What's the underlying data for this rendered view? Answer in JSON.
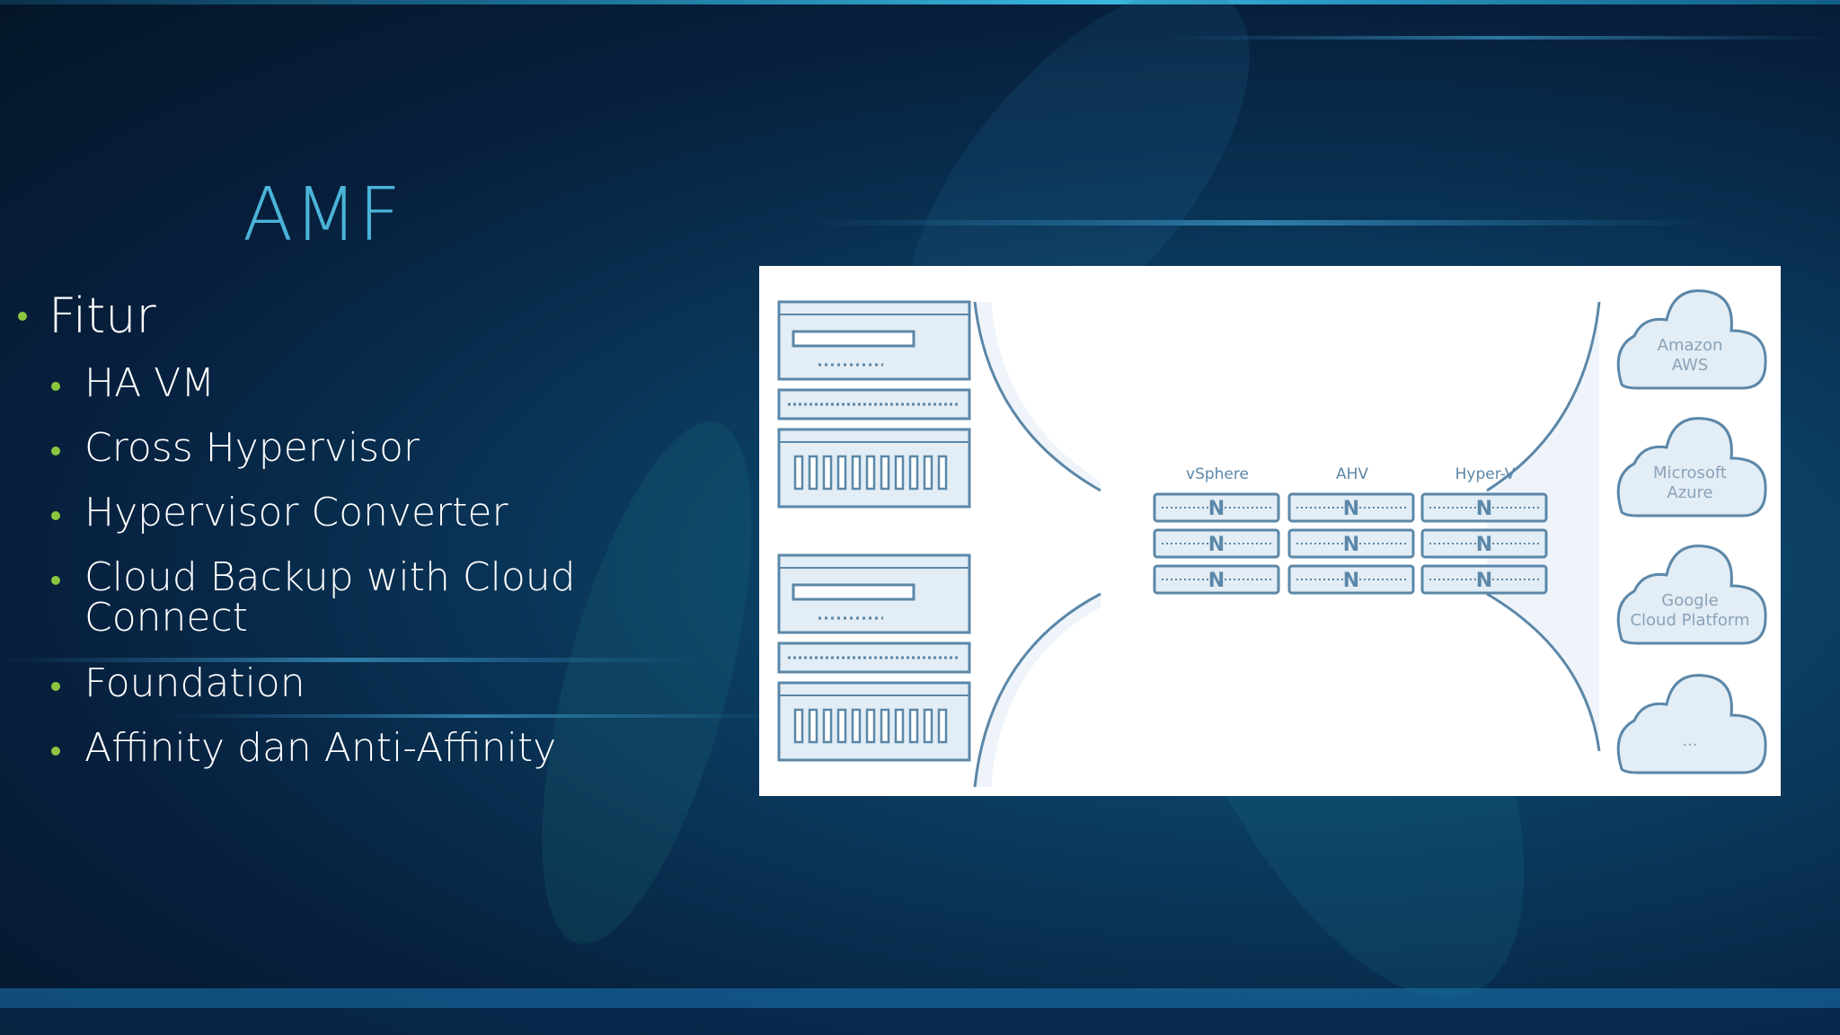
{
  "slide": {
    "title": "AMF",
    "level1": "Fitur",
    "items": [
      "HA VM",
      "Cross Hypervisor",
      "Hypervisor Converter",
      "Cloud Backup with Cloud",
      "Connect",
      "Foundation",
      "Affinity dan Anti-Affinity"
    ]
  },
  "diagram": {
    "hypervisors": [
      "vSphere",
      "AHV",
      "Hyper-V"
    ],
    "node_letter": "N",
    "clouds": [
      {
        "line1": "Amazon",
        "line2": "AWS"
      },
      {
        "line1": "Microsoft",
        "line2": "Azure"
      },
      {
        "line1": "Google",
        "line2": "Cloud Platform"
      },
      {
        "line1": "...",
        "line2": ""
      }
    ]
  },
  "colors": {
    "title": "#4bb4d8",
    "bullet": "#8cc640",
    "diagram_stroke": "#5b87a8",
    "diagram_fill": "#e3edf5"
  }
}
